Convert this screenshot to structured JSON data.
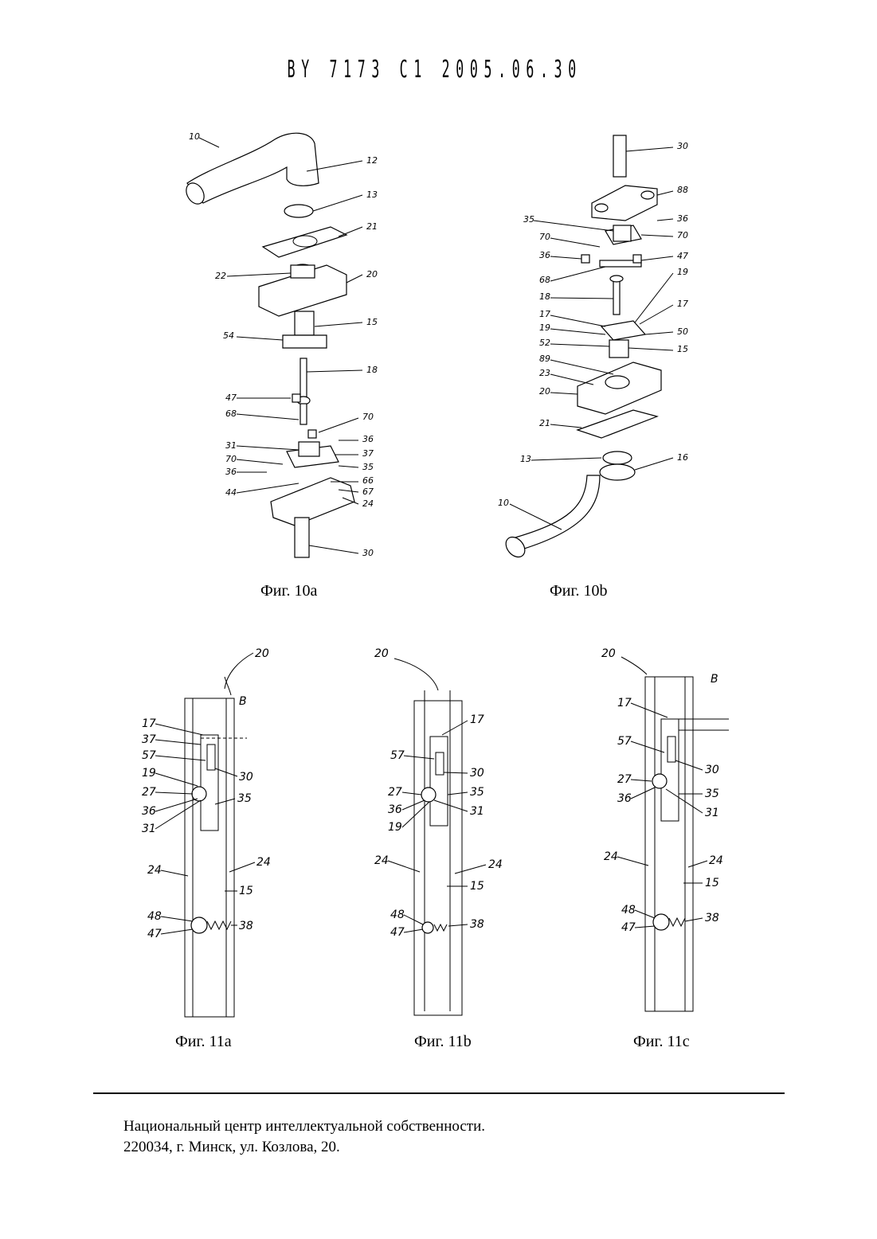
{
  "header": "BY 7173 C1 2005.06.30",
  "figures": {
    "fig10a": {
      "caption": "Фиг. 10a",
      "labels": [
        "10",
        "12",
        "13",
        "21",
        "22",
        "20",
        "54",
        "15",
        "18",
        "47",
        "68",
        "70",
        "31",
        "36",
        "70",
        "37",
        "36",
        "35",
        "44",
        "66",
        "67",
        "24",
        "30"
      ]
    },
    "fig10b": {
      "caption": "Фиг. 10b",
      "labels": [
        "30",
        "88",
        "35",
        "36",
        "70",
        "70",
        "36",
        "47",
        "68",
        "18",
        "19",
        "17",
        "17",
        "19",
        "50",
        "52",
        "15",
        "89",
        "23",
        "20",
        "21",
        "13",
        "16",
        "10"
      ]
    },
    "fig11a": {
      "caption": "Фиг. 11a",
      "labels": [
        "20",
        "B",
        "17",
        "37",
        "57",
        "19",
        "30",
        "27",
        "36",
        "35",
        "31",
        "24",
        "24",
        "15",
        "48",
        "47",
        "38"
      ]
    },
    "fig11b": {
      "caption": "Фиг. 11b",
      "labels": [
        "20",
        "17",
        "57",
        "30",
        "27",
        "35",
        "36",
        "31",
        "19",
        "24",
        "24",
        "15",
        "48",
        "47",
        "38"
      ]
    },
    "fig11c": {
      "caption": "Фиг. 11c",
      "labels": [
        "20",
        "B",
        "17",
        "57",
        "30",
        "27",
        "36",
        "35",
        "31",
        "24",
        "24",
        "15",
        "48",
        "47",
        "38"
      ]
    }
  },
  "footer": {
    "line1": "Национальный центр интеллектуальной собственности.",
    "line2": "220034, г. Минск, ул. Козлова, 20."
  }
}
